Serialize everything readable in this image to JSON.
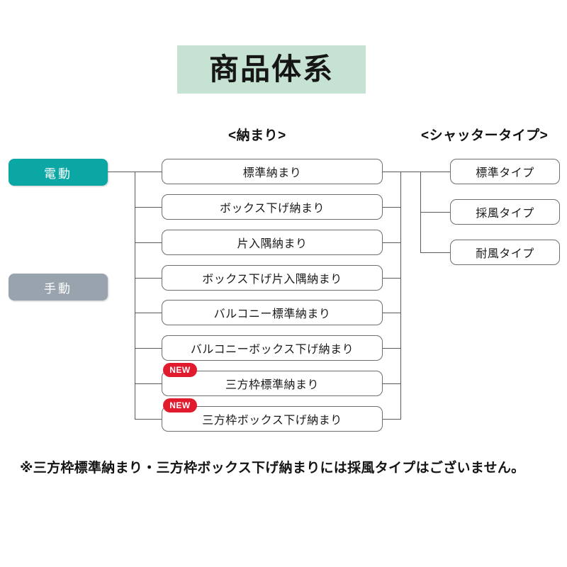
{
  "title": {
    "text": "商品体系",
    "background_color": "#c6e2d3"
  },
  "headers": {
    "osamari": "<納まり>",
    "shutter_type": "<シャッタータイプ>"
  },
  "modes": [
    {
      "label": "電動",
      "color": "#0ba7a4"
    },
    {
      "label": "手動",
      "color": "#98a3ad"
    }
  ],
  "osamari_items": [
    {
      "label": "標準納まり",
      "badge": ""
    },
    {
      "label": "ボックス下げ納まり",
      "badge": ""
    },
    {
      "label": "片入隅納まり",
      "badge": ""
    },
    {
      "label": "ボックス下げ片入隅納まり",
      "badge": ""
    },
    {
      "label": "バルコニー標準納まり",
      "badge": ""
    },
    {
      "label": "バルコニーボックス下げ納まり",
      "badge": ""
    },
    {
      "label": "三方枠標準納まり",
      "badge": "NEW"
    },
    {
      "label": "三方枠ボックス下げ納まり",
      "badge": "NEW"
    }
  ],
  "shutter_types": [
    {
      "label": "標準タイプ"
    },
    {
      "label": "採風タイプ"
    },
    {
      "label": "耐風タイプ"
    }
  ],
  "badge": {
    "new_label": "NEW",
    "color": "#e01b2e"
  },
  "footnote": "※三方枠標準納まり・三方枠ボックス下げ納まりには採風タイプはございません。"
}
